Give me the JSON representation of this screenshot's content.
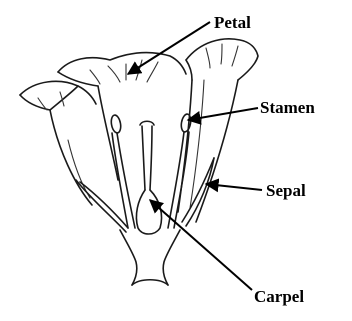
{
  "diagram": {
    "labels": {
      "petal": "Petal",
      "stamen": "Stamen",
      "sepal": "Sepal",
      "carpel": "Carpel"
    }
  }
}
